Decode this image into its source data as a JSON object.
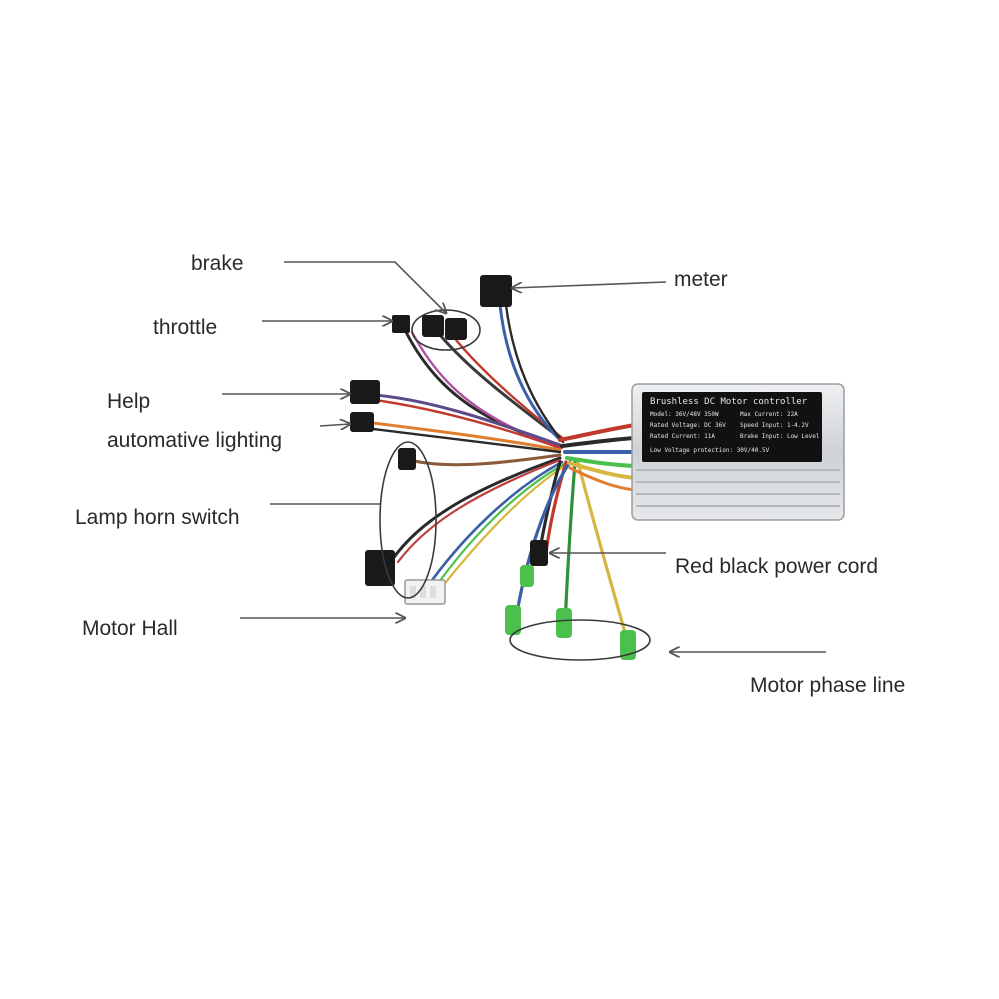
{
  "labels": {
    "brake": "brake",
    "throttle": "throttle",
    "help": "Help",
    "automatic_lighting": "automative lighting",
    "lamp_horn_switch": "Lamp horn switch",
    "motor_hall": "Motor Hall",
    "meter": "meter",
    "power_cord": "Red black power cord",
    "phase_line": "Motor phase line"
  },
  "controller_plate": {
    "title": "Brushless DC Motor controller",
    "left_lines": [
      "Model: 36V/48V 350W",
      "Rated Voltage: DC 36V",
      "Rated Current: 11A",
      "Low Voltage protection: 30V/40.5V"
    ],
    "right_lines": [
      "Max Current: 22A",
      "Speed Input: 1-4.2V",
      "Brake Input: Low Level"
    ]
  },
  "colors": {
    "text": "#2a2a2a",
    "arrow": "#555555",
    "controller_body": "#d4d6d8",
    "plate": "#111111",
    "connector": "#1a1a1a",
    "phase_green": "#4cc04c",
    "red_wire": "#c0392b",
    "blue_wire": "#3b5fa8",
    "yellow_wire": "#d6b640"
  }
}
